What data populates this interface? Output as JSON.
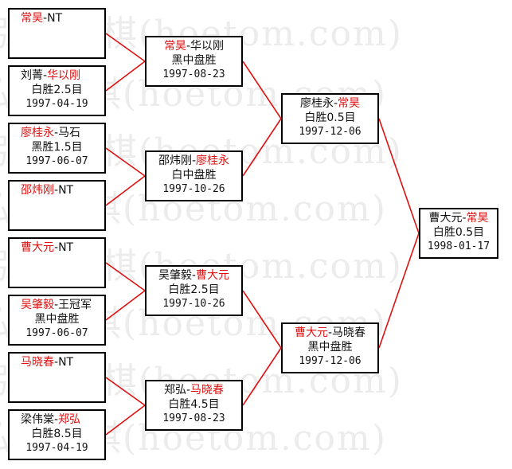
{
  "watermark": "弘通围棋(hoetom.com)",
  "colors": {
    "highlight": "#e01010",
    "connector": "#e01010",
    "border": "#000000"
  },
  "rounds": {
    "r1": [
      {
        "p1": "常昊",
        "p1_win": true,
        "sep": "-",
        "p2": "NT",
        "p2_win": false,
        "result": "",
        "date": ""
      },
      {
        "p1": "刘菁",
        "p1_win": false,
        "sep": "-",
        "p2": "华以刚",
        "p2_win": true,
        "result": "白胜2.5目",
        "date": "1997-04-19"
      },
      {
        "p1": "廖桂永",
        "p1_win": true,
        "sep": "-",
        "p2": "马石",
        "p2_win": false,
        "result": "黑胜1.5目",
        "date": "1997-06-07"
      },
      {
        "p1": "邵炜刚",
        "p1_win": true,
        "sep": "-",
        "p2": "NT",
        "p2_win": false,
        "result": "",
        "date": ""
      },
      {
        "p1": "曹大元",
        "p1_win": true,
        "sep": "-",
        "p2": "NT",
        "p2_win": false,
        "result": "",
        "date": ""
      },
      {
        "p1": "吴肇毅",
        "p1_win": true,
        "sep": "-",
        "p2": "王冠军",
        "p2_win": false,
        "result": "黑中盘胜",
        "date": "1997-06-07"
      },
      {
        "p1": "马晓春",
        "p1_win": true,
        "sep": "-",
        "p2": "NT",
        "p2_win": false,
        "result": "",
        "date": ""
      },
      {
        "p1": "梁伟棠",
        "p1_win": false,
        "sep": "-",
        "p2": "郑弘",
        "p2_win": true,
        "result": "白胜8.5目",
        "date": "1997-04-19"
      }
    ],
    "r2": [
      {
        "p1": "常昊",
        "p1_win": true,
        "sep": "-",
        "p2": "华以刚",
        "p2_win": false,
        "result": "黑中盘胜",
        "date": "1997-08-23"
      },
      {
        "p1": "邵炜刚",
        "p1_win": false,
        "sep": "-",
        "p2": "廖桂永",
        "p2_win": true,
        "result": "白中盘胜",
        "date": "1997-10-26"
      },
      {
        "p1": "吴肇毅",
        "p1_win": false,
        "sep": "-",
        "p2": "曹大元",
        "p2_win": true,
        "result": "白胜2.5目",
        "date": "1997-10-26"
      },
      {
        "p1": "郑弘",
        "p1_win": false,
        "sep": "-",
        "p2": "马晓春",
        "p2_win": true,
        "result": "白胜4.5目",
        "date": "1997-08-23"
      }
    ],
    "r3": [
      {
        "p1": "廖桂永",
        "p1_win": false,
        "sep": "-",
        "p2": "常昊",
        "p2_win": true,
        "result": "白胜0.5目",
        "date": "1997-12-06"
      },
      {
        "p1": "曹大元",
        "p1_win": true,
        "sep": "-",
        "p2": "马晓春",
        "p2_win": false,
        "result": "黑中盘胜",
        "date": "1997-12-06"
      }
    ],
    "final": [
      {
        "p1": "曹大元",
        "p1_win": false,
        "sep": "-",
        "p2": "常昊",
        "p2_win": true,
        "result": "白胜0.5目",
        "date": "1998-01-17"
      }
    ]
  }
}
